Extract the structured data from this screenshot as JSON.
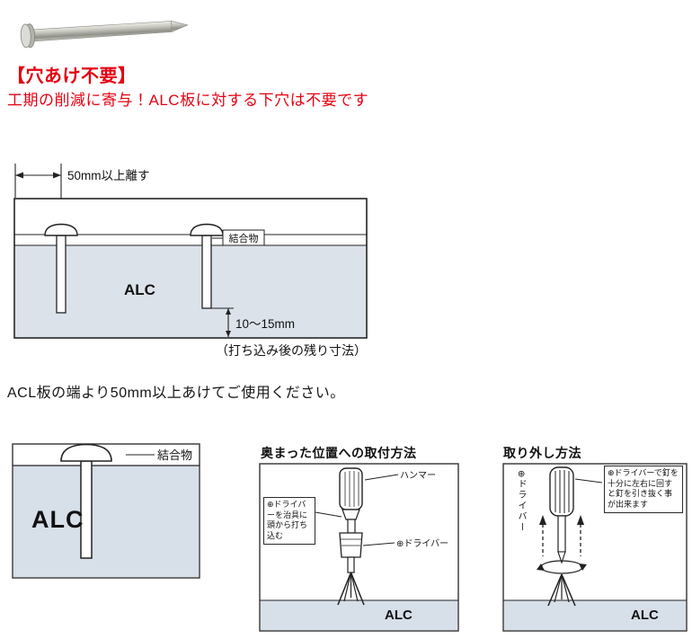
{
  "headline": {
    "title": "【穴あけ不要】",
    "subtitle": "工期の削減に寄与！ALC板に対する下穴は不要です"
  },
  "main_diagram": {
    "dim_edge": "50mm以上離す",
    "label_bond": "結合物",
    "label_alc": "ALC",
    "dim_depth": "10〜15mm",
    "caption": "（打ち込み後の残り寸法）"
  },
  "usage_note": "ACL板の端より50mm以上あけてご使用ください。",
  "detail_diagram": {
    "label_bond": "結合物",
    "label_alc": "ALC"
  },
  "install_panel": {
    "title": "奥まった位置への取付方法",
    "label_hammer": "ハンマー",
    "label_driver": "⊕ドライバー",
    "callout": "⊕ドライバーを治具に頭から打ち込む",
    "label_alc": "ALC"
  },
  "removal_panel": {
    "title": "取り外し方法",
    "callout": "⊕ドライバーで釘を十分に左右に回すと釘を引き抜く事が出来ます",
    "label_driver": "⊕ドライバー",
    "label_alc": "ALC"
  },
  "colors": {
    "accent_red": "#e60012",
    "alc_fill": "#d7dfe9",
    "line": "#222222"
  }
}
